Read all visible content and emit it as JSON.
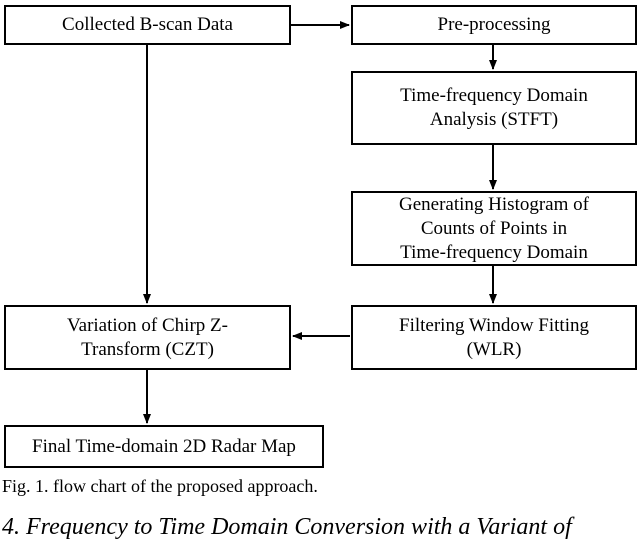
{
  "diagram": {
    "boxes": {
      "collected": "Collected B-scan Data",
      "preprocessing": "Pre-processing",
      "stft": "Time-frequency Domain\nAnalysis (STFT)",
      "histogram": "Generating Histogram of\nCounts of Points in\nTime-frequency Domain",
      "wlr": "Filtering Window Fitting\n(WLR)",
      "czt": "Variation of Chirp Z-\nTransform (CZT)",
      "final": "Final Time-domain 2D Radar Map"
    }
  },
  "caption": "Fig. 1. flow chart of the proposed approach.",
  "section_heading": "4. Frequency to Time Domain Conversion with a Variant of"
}
